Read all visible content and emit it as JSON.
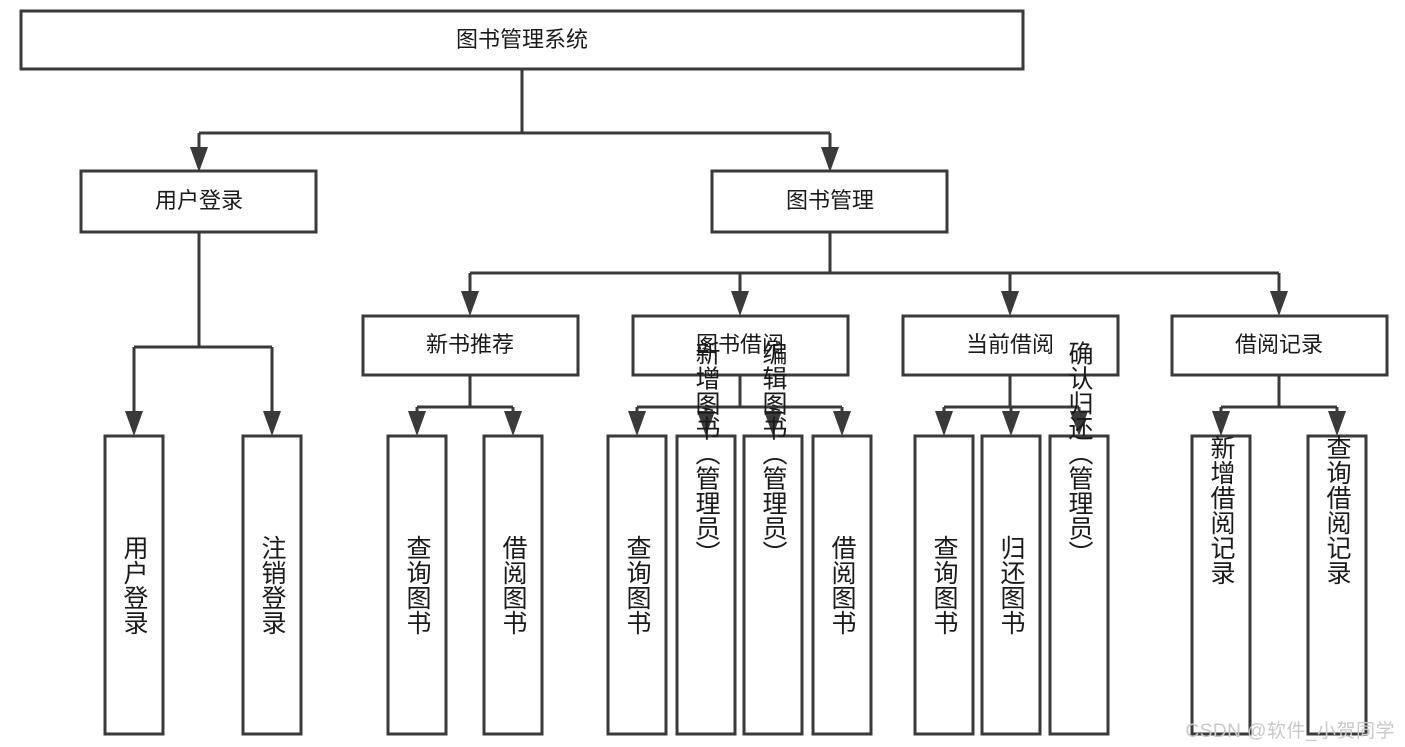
{
  "diagram": {
    "title": "图书管理系统",
    "type": "tree-hierarchy-flowchart",
    "colors": {
      "box_stroke": "#3a3a3a",
      "box_fill": "#ffffff",
      "edge": "#3a3a3a",
      "text": "#1a1a1a",
      "background": "#ffffff",
      "watermark": "#c9c9c9"
    },
    "root": {
      "id": "root",
      "label": "图书管理系统"
    },
    "level2": [
      {
        "id": "user-login",
        "label": "用户登录"
      },
      {
        "id": "book-management",
        "label": "图书管理"
      }
    ],
    "level3": [
      {
        "id": "new-book-recommend",
        "label": "新书推荐",
        "parent": "book-management"
      },
      {
        "id": "book-borrow",
        "label": "图书借阅",
        "parent": "book-management"
      },
      {
        "id": "current-borrow",
        "label": "当前借阅",
        "parent": "book-management"
      },
      {
        "id": "borrow-record",
        "label": "借阅记录",
        "parent": "book-management"
      }
    ],
    "leaves": [
      {
        "id": "leaf-user-login",
        "label": "用户登录",
        "parent": "user-login"
      },
      {
        "id": "leaf-logout-login",
        "label": "注销登录",
        "parent": "user-login"
      },
      {
        "id": "leaf-query-book-1",
        "label": "查询图书",
        "parent": "new-book-recommend"
      },
      {
        "id": "leaf-borrow-book-1",
        "label": "借阅图书",
        "parent": "new-book-recommend"
      },
      {
        "id": "leaf-query-book-2",
        "label": "查询图书",
        "parent": "book-borrow"
      },
      {
        "id": "leaf-add-book",
        "label": "新增图书（管理员）",
        "parent": "book-borrow"
      },
      {
        "id": "leaf-edit-book",
        "label": "编辑图书（管理员）",
        "parent": "book-borrow"
      },
      {
        "id": "leaf-borrow-book-2",
        "label": "借阅图书",
        "parent": "book-borrow"
      },
      {
        "id": "leaf-query-book-3",
        "label": "查询图书",
        "parent": "current-borrow"
      },
      {
        "id": "leaf-return-book",
        "label": "归还图书",
        "parent": "current-borrow"
      },
      {
        "id": "leaf-confirm-return",
        "label": "确认归还（管理员）",
        "parent": "current-borrow"
      },
      {
        "id": "leaf-add-record",
        "label": "新增借阅记录",
        "parent": "borrow-record"
      },
      {
        "id": "leaf-query-record",
        "label": "查询借阅记录",
        "parent": "borrow-record"
      }
    ]
  },
  "watermark": {
    "text": "CSDN @软件_小贺同学"
  }
}
